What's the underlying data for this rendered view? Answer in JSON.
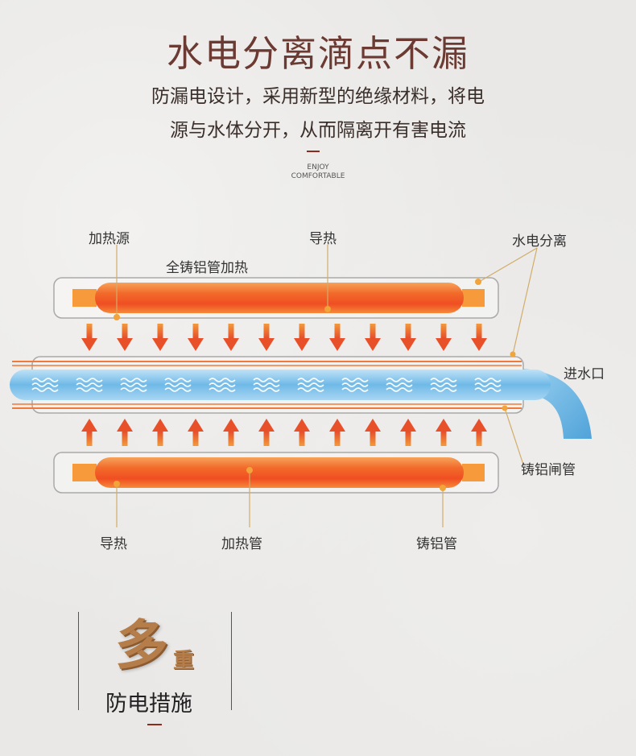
{
  "header": {
    "title": "水电分离滴点不漏",
    "subtitle_line1": "防漏电设计，采用新型的绝缘材料，将电",
    "subtitle_line2": "源与水体分开，从而隔离开有害电流",
    "enjoy_line1": "ENJOY",
    "enjoy_line2": "COMFORTABLE"
  },
  "diagram": {
    "labels": {
      "heat_source": "加热源",
      "full_cast_heating": "全铸铝管加热",
      "heat_conduct_top": "导热",
      "water_power_separation": "水电分离",
      "water_inlet": "进水口",
      "cast_al_gate_pipe": "铸铝闸管",
      "heat_conduct_bottom": "导热",
      "heating_pipe": "加热管",
      "cast_al_pipe": "铸铝管"
    },
    "colors": {
      "heater_orange": "#f26a2a",
      "arrow_red": "#e8502a",
      "water_blue": "#7ec4ec"
    }
  },
  "feature": {
    "big_char": "多",
    "small_char": "重",
    "label": "防电措施"
  }
}
